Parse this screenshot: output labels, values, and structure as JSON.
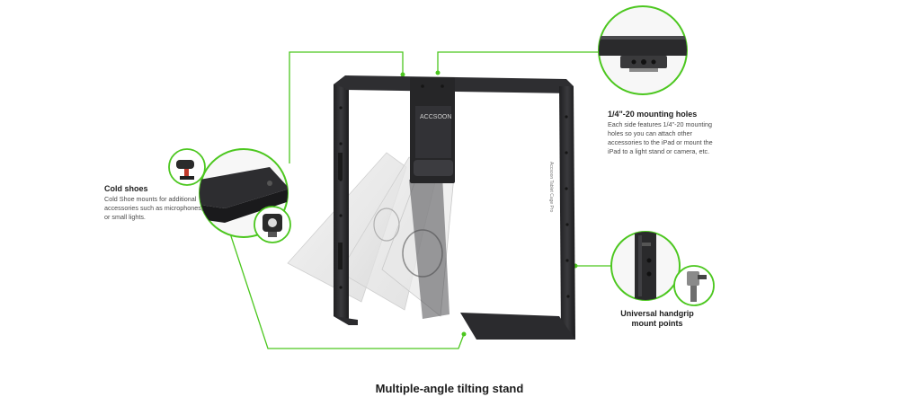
{
  "callouts": {
    "cold_shoes": {
      "title": "Cold shoes",
      "body": "Cold Shoe mounts for additional accessories such as microphones, or small lights.",
      "icon": "cold-shoe-icon"
    },
    "mounting_holes": {
      "title": "1/4\"-20 mounting holes",
      "body": "Each side features 1/4\"-20 mounting holes so you can attach other accessories to the iPad or mount the iPad to a light stand or camera, etc.",
      "icon": "mounting-hole-icon"
    },
    "handgrip": {
      "title": "Universal handgrip mount points",
      "icon": "handgrip-icon"
    }
  },
  "product": {
    "brand": "ACCSOON",
    "side_text": "Accsoon Tablet Cage Pro"
  },
  "caption": "Multiple-angle tilting stand",
  "colors": {
    "accent_green": "#4cc71f",
    "frame_dark": "#2a2a2c",
    "text": "#2b2b2b"
  }
}
